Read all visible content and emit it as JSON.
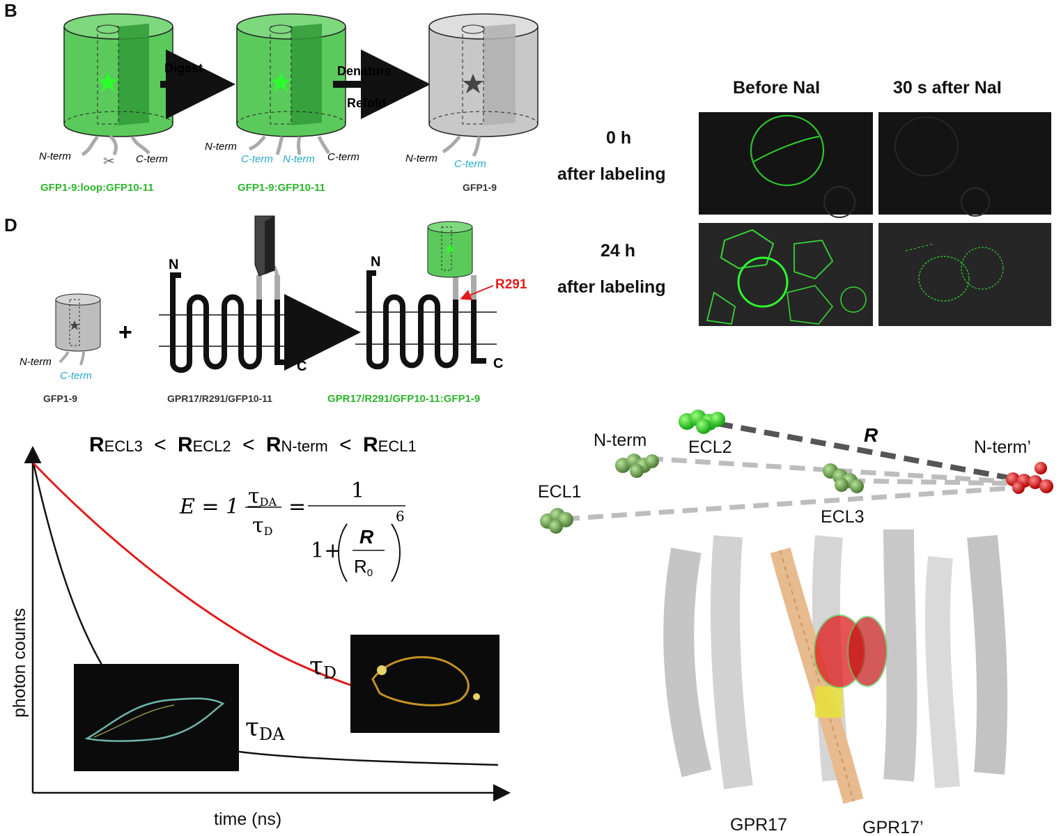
{
  "panel_b": {
    "letter": "B",
    "arrow1_label": "Digest",
    "arrow2_label_top": "Denature",
    "arrow2_label_bottom": "Refold",
    "barrel1": {
      "nterm": "N-term",
      "cterm": "C-term",
      "caption": "GFP1-9:loop:GFP10-11"
    },
    "barrel2": {
      "nterm": "N-term",
      "cterm_cyan": "C-term",
      "nterm_cyan": "N-term",
      "cterm": "C-term",
      "caption": "GFP1-9:GFP10-11"
    },
    "barrel3": {
      "nterm": "N-term",
      "cterm_cyan": "C-term",
      "caption": "GFP1-9"
    }
  },
  "panel_c": {
    "col_headers": [
      "Before NaI",
      "30 s after NaI"
    ],
    "rows": [
      {
        "line1": "0 h",
        "line2": "after labeling"
      },
      {
        "line1": "24 h",
        "line2": "after labeling"
      }
    ]
  },
  "panel_d": {
    "letter": "D",
    "gfp": {
      "nterm": "N-term",
      "cterm": "C-term",
      "caption": "GFP1-9"
    },
    "plus": "+",
    "receptor": {
      "n": "N",
      "c": "C",
      "caption": "GPR17/R291/GFP10-11"
    },
    "product": {
      "n": "N",
      "c": "C",
      "site": "R291",
      "caption": "GPR17/R291/GFP10-11:GFP1-9"
    }
  },
  "panel_e": {
    "inequality": [
      {
        "big": "R",
        "sub": "ECL3"
      },
      {
        "op": "<"
      },
      {
        "big": "R",
        "sub": "ECL2"
      },
      {
        "op": "<"
      },
      {
        "big": "R",
        "sub": "N-term"
      },
      {
        "op": "<"
      },
      {
        "big": "R",
        "sub": "ECL1"
      }
    ],
    "equation": {
      "lhs": "E = 1 −",
      "frac_num": "τ",
      "frac_num_sub": "DA",
      "frac_den": "τ",
      "frac_den_sub": "D",
      "eq": "=",
      "rhs_num": "1",
      "rhs_den": "1+",
      "inner_num": "R",
      "inner_den": "R",
      "inner_den_sub": "0",
      "power": "6"
    },
    "ylabel": "photon counts",
    "xlabel": "time (ns)",
    "tau_d": "τ",
    "tau_d_sub": "D",
    "tau_da": "τ",
    "tau_da_sub": "DA"
  },
  "panel_f": {
    "labels": {
      "nterm": "N-term",
      "ecl2": "ECL2",
      "ecl1": "ECL1",
      "ecl3": "ECL3",
      "r": "R",
      "nterm_prime": "N-term’",
      "gpr17": "GPR17",
      "gpr17_prime": "GPR17’"
    }
  },
  "colors": {
    "gfp_green": "#5cc95c",
    "gfp_dark": "#2f9a37",
    "gray_barrel": "#c8c8c8",
    "caption_green": "#2db52d",
    "cyan_label": "#2aa7c9",
    "red_curve": "#e01b1b",
    "red_label": "#e01b1b"
  }
}
